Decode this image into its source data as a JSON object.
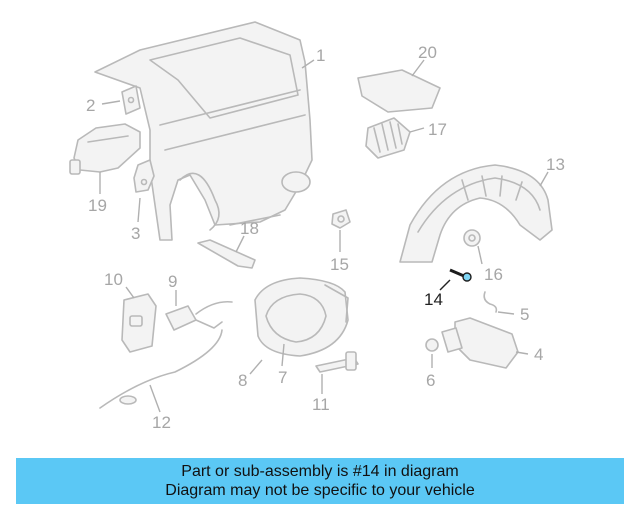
{
  "callouts": {
    "c1": "1",
    "c2": "2",
    "c3": "3",
    "c4": "4",
    "c5": "5",
    "c6": "6",
    "c7": "7",
    "c8": "8",
    "c9": "9",
    "c10": "10",
    "c11": "11",
    "c12": "12",
    "c13": "13",
    "c14": "14",
    "c15": "15",
    "c16": "16",
    "c17": "17",
    "c18": "18",
    "c19": "19",
    "c20": "20"
  },
  "highlighted_part": "14",
  "colors": {
    "highlight": "#5bc8f5",
    "line": "#b9b9b9",
    "text": "#a6a6a6"
  },
  "banner": {
    "line1": "Part or sub-assembly is #14 in diagram",
    "line2": "Diagram may not be specific to your vehicle"
  }
}
